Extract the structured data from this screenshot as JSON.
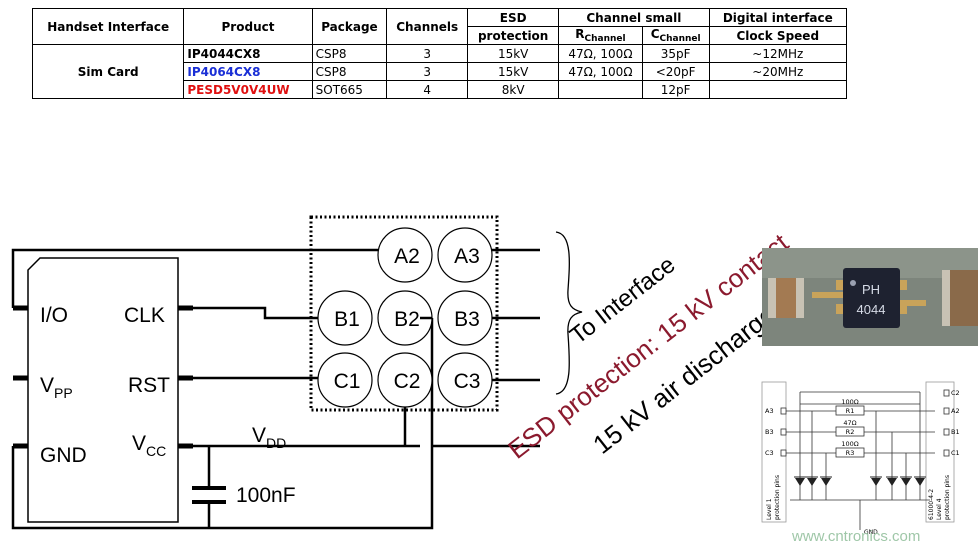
{
  "table": {
    "headers": {
      "interface": "Handset Interface",
      "product": "Product",
      "package": "Package",
      "channels": "Channels",
      "esd_line1": "ESD",
      "esd_line2": "protection",
      "channel_small": "Channel small",
      "r_main": "R",
      "r_sub": "Channel",
      "c_main": "C",
      "c_sub": "Channel",
      "digital_line1": "Digital interface",
      "digital_line2": "Clock Speed"
    },
    "interface_value": "Sim Card",
    "rows": [
      {
        "product": "IP4044CX8",
        "product_color": "#000000",
        "package": "CSP8",
        "channels": "3",
        "esd": "15kV",
        "r": "47Ω, 100Ω",
        "c": "35pF",
        "clock": "~12MHz"
      },
      {
        "product": "IP4064CX8",
        "product_color": "#1a2fd6",
        "package": "CSP8",
        "channels": "3",
        "esd": "15kV",
        "r": "47Ω, 100Ω",
        "c": "<20pF",
        "clock": "~20MHz"
      },
      {
        "product": "PESD5V0V4UW",
        "product_color": "#e01010",
        "package": "SOT665",
        "channels": "4",
        "esd": "8kV",
        "r": "",
        "c": "12pF",
        "clock": ""
      }
    ]
  },
  "sim": {
    "io": "I/O",
    "clk": "CLK",
    "vpp_main": "V",
    "vpp_sub": "PP",
    "rst": "RST",
    "gnd": "GND",
    "vcc_main": "V",
    "vcc_sub": "CC"
  },
  "vdd_main": "V",
  "vdd_sub": "DD",
  "capacitor": "100nF",
  "balls": [
    "A2",
    "A3",
    "B1",
    "B2",
    "B3",
    "C1",
    "C2",
    "C3"
  ],
  "to_interface": "To Interface",
  "esd_contact": "ESD protection: 15 kV contact",
  "esd_air": "15 kV air discharge",
  "photo_chip_line1": "PH",
  "photo_chip_line2": "4044",
  "schematic": {
    "r1_value": "100Ω",
    "r1_name": "R1",
    "r2_value": "47Ω",
    "r2_name": "R2",
    "r3_value": "100Ω",
    "r3_name": "R3",
    "left_pins": [
      "A3",
      "B3",
      "C3"
    ],
    "right_pins": [
      "C2",
      "A2",
      "B1",
      "C1"
    ],
    "left_caption_1": "Level 1",
    "left_caption_2": "protection pins",
    "right_caption_1": "Level 4",
    "right_caption_2": "protection pins",
    "right_caption_3": "61000-4-2",
    "gnd_label": "GND"
  },
  "watermark": "www.cntronics.com",
  "colors": {
    "esd_text": "#8b1a2e",
    "watermark": "#9fc7a8",
    "blue_product": "#1a2fd6",
    "red_product": "#e01010"
  }
}
